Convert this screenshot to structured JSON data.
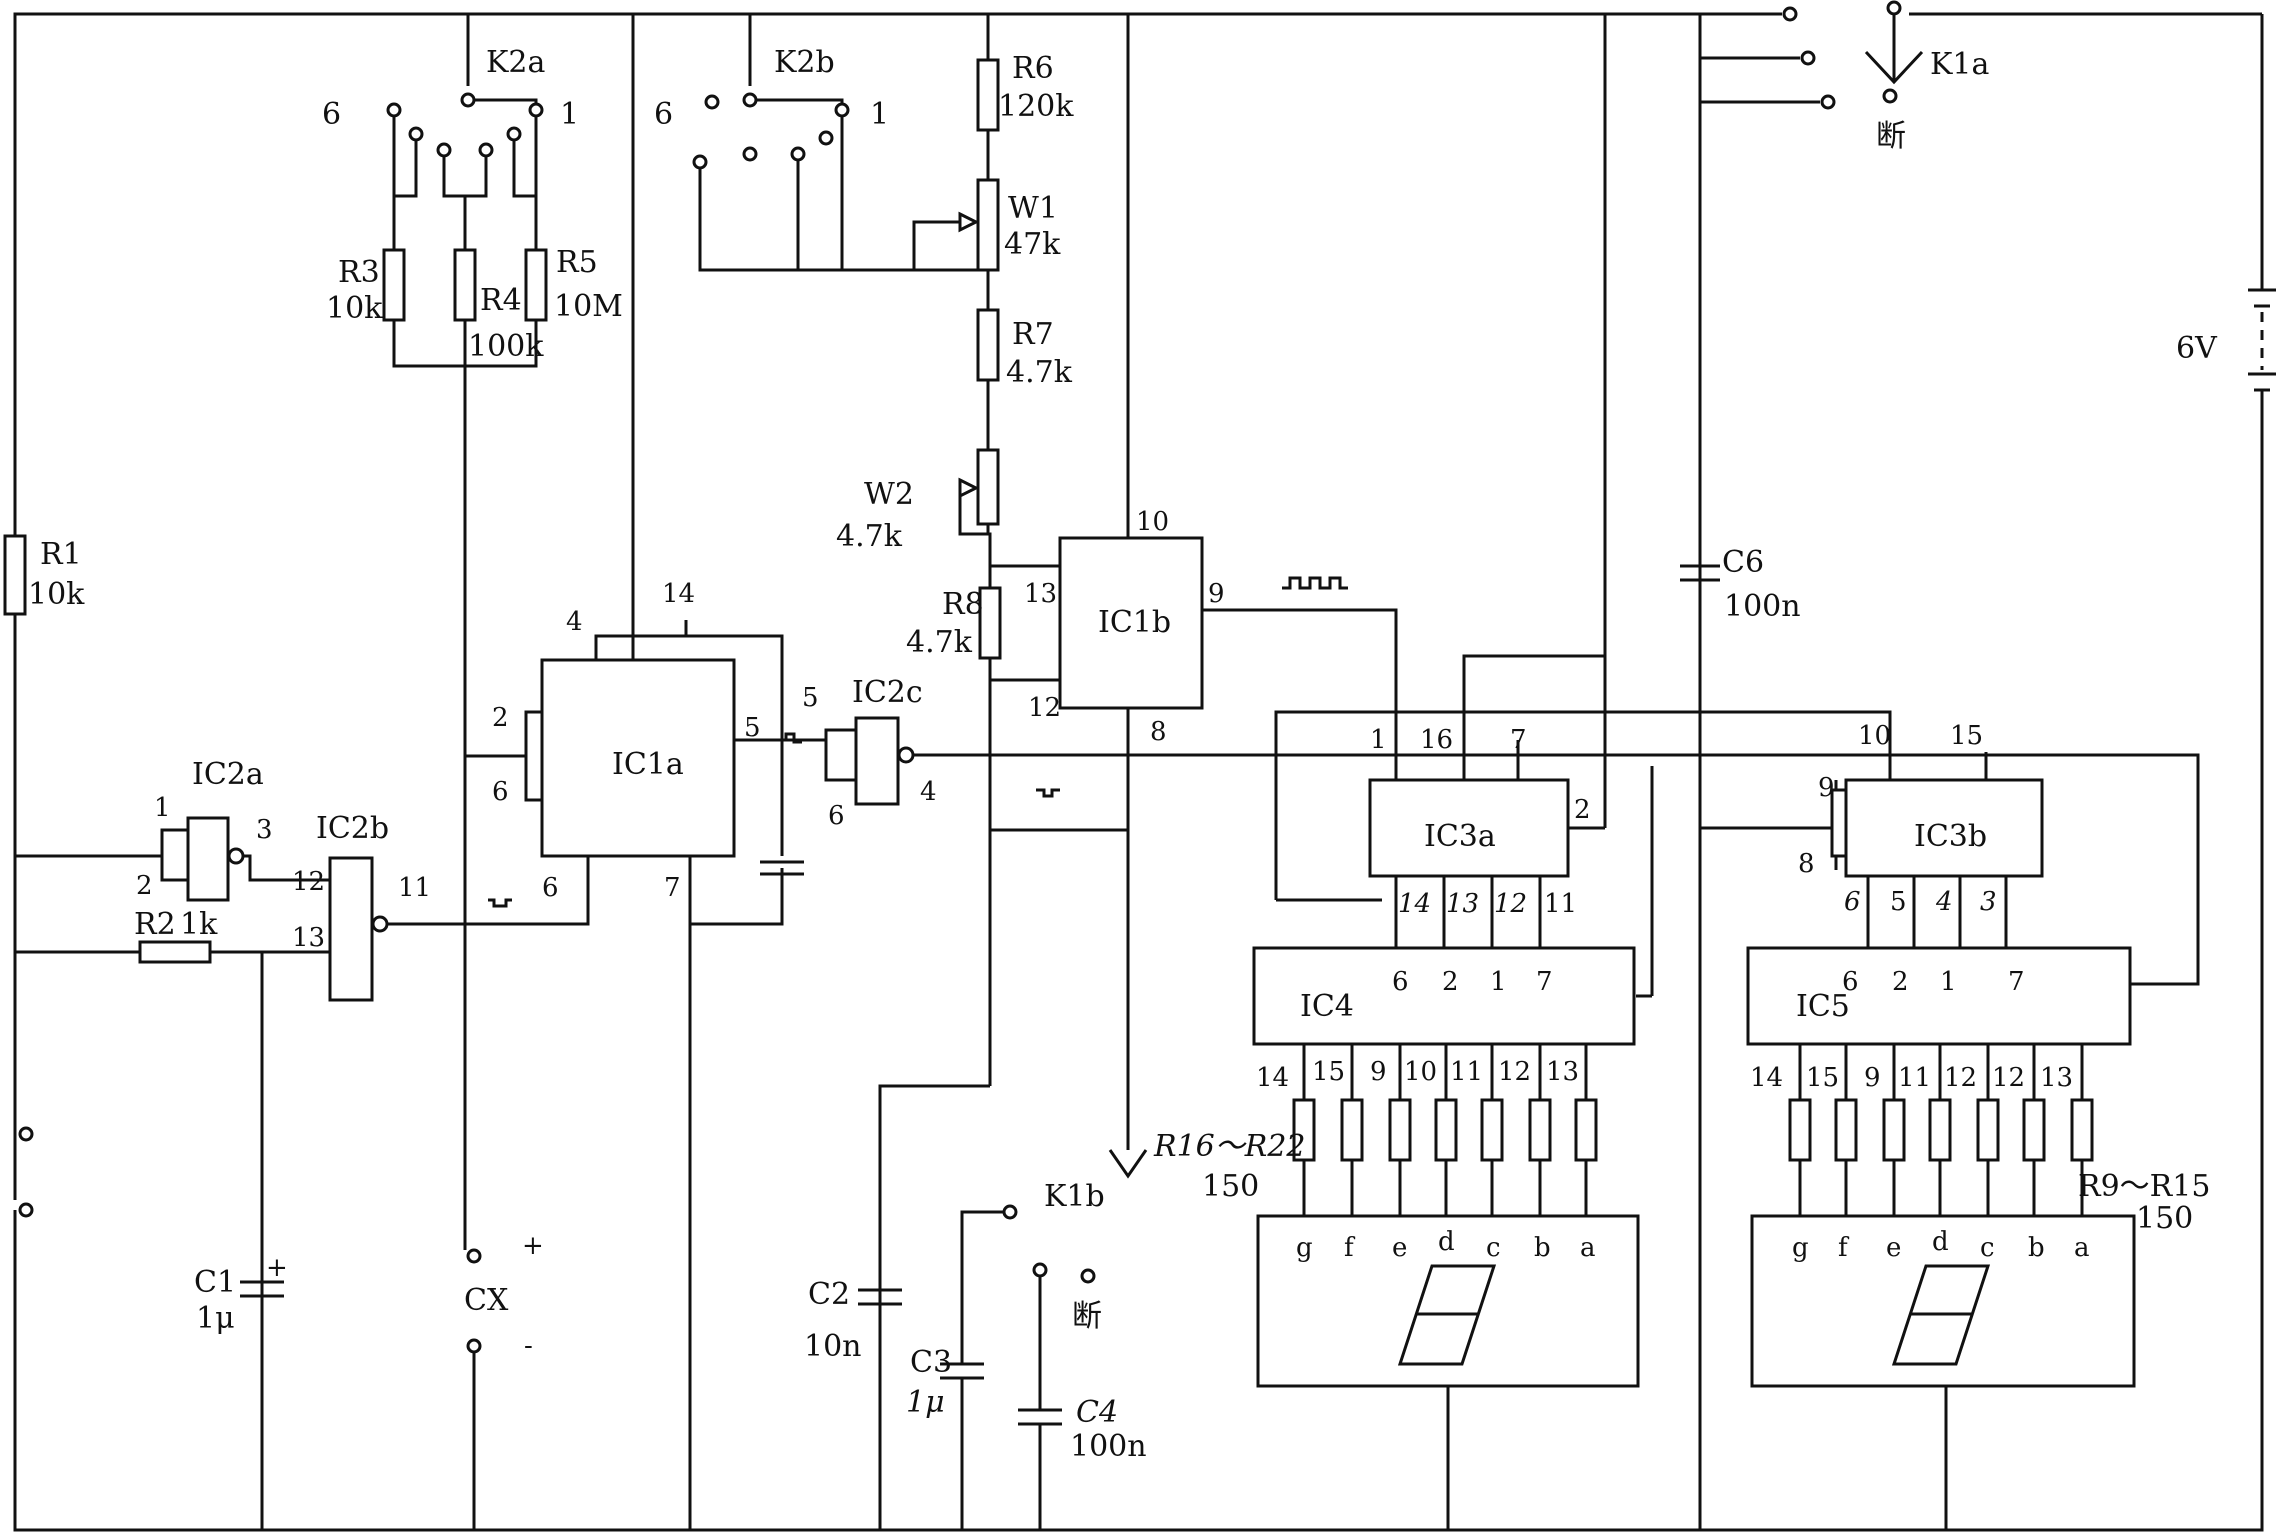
{
  "components": {
    "R1": {
      "ref": "R1",
      "value": "10k"
    },
    "R2": {
      "ref": "R2",
      "value": "1k"
    },
    "R3": {
      "ref": "R3",
      "value": "10k"
    },
    "R4": {
      "ref": "R4",
      "value": "100k"
    },
    "R5": {
      "ref": "R5",
      "value": "10M"
    },
    "R6": {
      "ref": "R6",
      "value": "120k"
    },
    "R7": {
      "ref": "R7",
      "value": "4.7k"
    },
    "R8": {
      "ref": "R8",
      "value": "4.7k"
    },
    "W1": {
      "ref": "W1",
      "value": "47k"
    },
    "W2": {
      "ref": "W2",
      "value": "4.7k"
    },
    "C1": {
      "ref": "C1",
      "value": "1μ"
    },
    "C2": {
      "ref": "C2",
      "value": "10n"
    },
    "C3": {
      "ref": "C3",
      "value": "1μ"
    },
    "C4": {
      "ref": "C4",
      "value": "100n"
    },
    "C6": {
      "ref": "C6",
      "value": "100n"
    },
    "CX": {
      "ref": "CX",
      "plus": "+",
      "minus": "-"
    },
    "battery": {
      "value": "6V"
    },
    "K1a": {
      "ref": "K1a",
      "off": "断"
    },
    "K1b": {
      "ref": "K1b",
      "off": "断"
    },
    "K2a": {
      "ref": "K2a",
      "pos1": "1",
      "pos6": "6"
    },
    "K2b": {
      "ref": "K2b",
      "pos1": "1",
      "pos6": "6"
    },
    "R9_R15": {
      "ref": "R9～R15",
      "value": "150"
    },
    "R16_R22": {
      "ref": "R16～R22",
      "value": "150"
    }
  },
  "ics": {
    "IC1a": {
      "ref": "IC1a",
      "pins": [
        "4",
        "14",
        "2",
        "6",
        "5",
        "6",
        "7"
      ]
    },
    "IC1b": {
      "ref": "IC1b",
      "pins": [
        "10",
        "13",
        "9",
        "12",
        "8"
      ]
    },
    "IC2a": {
      "ref": "IC2a",
      "pins": [
        "1",
        "2",
        "3"
      ]
    },
    "IC2b": {
      "ref": "IC2b",
      "pins": [
        "12",
        "13",
        "11"
      ]
    },
    "IC2c": {
      "ref": "IC2c",
      "pins": [
        "5",
        "6",
        "4"
      ]
    },
    "IC3a": {
      "ref": "IC3a",
      "top_pins": [
        "1",
        "16",
        "7"
      ],
      "right_pin": "2",
      "bottom_pins": [
        "14",
        "13",
        "12",
        "11"
      ]
    },
    "IC3b": {
      "ref": "IC3b",
      "top_pins": [
        "10",
        "15"
      ],
      "left_pins": [
        "9",
        "8"
      ],
      "bottom_pins": [
        "6",
        "5",
        "4",
        "3"
      ]
    },
    "IC4": {
      "ref": "IC4",
      "inputs": [
        "6",
        "2",
        "1",
        "7"
      ],
      "outputs": [
        "14",
        "15",
        "9",
        "10",
        "11",
        "12",
        "13"
      ]
    },
    "IC5": {
      "ref": "IC5",
      "inputs": [
        "6",
        "2",
        "1",
        "7"
      ],
      "outputs": [
        "14",
        "15",
        "9",
        "11",
        "12",
        "12",
        "13"
      ]
    }
  },
  "display": {
    "segments": [
      "g",
      "f",
      "e",
      "d",
      "c",
      "b",
      "a"
    ]
  }
}
